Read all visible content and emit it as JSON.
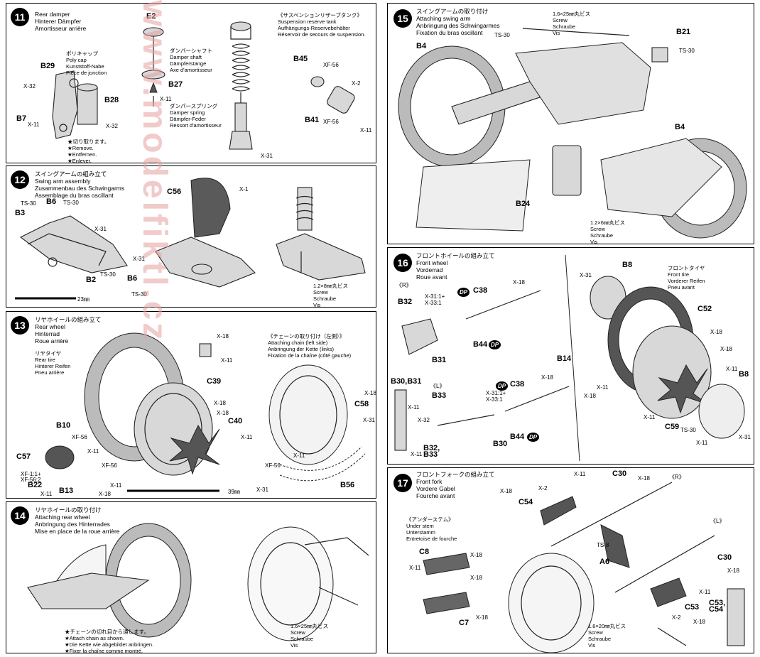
{
  "watermark": "www.modelfiktl.cz",
  "step11": {
    "num": "11",
    "title": [
      "Rear damper",
      "Hinterer Dämpfer",
      "Amortisseur arrière"
    ],
    "reserve_title": [
      "《サスペンションリザーブタンク》",
      "Suspension reserve tank",
      "Aufhängungs-Reservebehälter",
      "Réservoir de secours de suspension."
    ],
    "labels": {
      "e2": "E2",
      "b29": "B29",
      "b28": "B28",
      "b27": "B27",
      "b7": "B7",
      "b45": "B45",
      "b41": "B41",
      "x32a": "X-32",
      "x32b": "X-32",
      "x11a": "X-11",
      "x11b": "X-11",
      "x11c": "X-11",
      "x31": "X-31",
      "xf56a": "XF-56",
      "xf56b": "XF-56",
      "x2": "X-2"
    },
    "polycap": [
      "ポリキャップ",
      "Poly cap",
      "Kunststoff-Nabe",
      "Pièce de jonction"
    ],
    "shaft": [
      "ダンパーシャフト",
      "Damper shaft",
      "Dämpferstange",
      "Axe d'amortisseur"
    ],
    "spring": [
      "ダンパースプリング",
      "Damper spring",
      "Dämpfer-Feder",
      "Ressort d'amortisseur"
    ],
    "remove": [
      "★切り取ります。",
      "★Remove.",
      "★Entfernen.",
      "★Enlever."
    ]
  },
  "step12": {
    "num": "12",
    "title": [
      "スイングアームの組み立て",
      "Swing arm assembly",
      "Zusammenbau des Schwingarms",
      "Assemblage du bras oscillant"
    ],
    "labels": {
      "b3": "B3",
      "b6a": "B6",
      "ts30a": "TS-30",
      "ts30b": "TS-30",
      "ts30c": "TS-30",
      "ts30d": "TS-30",
      "x31a": "X-31",
      "x31b": "X-31",
      "b2": "B2",
      "b6b": "B6",
      "c56": "C56",
      "x1": "X-1"
    },
    "screw": [
      "1.2×8㎜丸ビス",
      "Screw",
      "Schraube",
      "Vis"
    ],
    "scale": "23㎜"
  },
  "step13": {
    "num": "13",
    "title": [
      "リヤホイールの組み立て",
      "Rear wheel",
      "Hinterrad",
      "Roue arrière"
    ],
    "tire": [
      "リヤタイヤ",
      "Rear tire",
      "Hinterer Reifen",
      "Pneu arrière"
    ],
    "chain_title": [
      "《チェーンの取り付け（左側）》",
      "Attaching chain (left side)",
      "Anbringung der Kette (links)",
      "Fixation de la chaîne (côté gauche)"
    ],
    "labels": {
      "c39": "C39",
      "c40": "C40",
      "b10": "B10",
      "c57": "C57",
      "b22": "B22",
      "b13": "B13",
      "b56": "B56",
      "c58": "C58",
      "x18a": "X-18",
      "x11a": "X-11",
      "x18b": "X-18",
      "x18c": "X-18",
      "x11b": "X-11",
      "xf56a": "XF-56",
      "xf56b": "XF-56",
      "xf56c": "XF-56",
      "x11c": "X-11",
      "x11d": "X-11",
      "x11e": "X-11",
      "x18d": "X-18",
      "xf1": "XF-1:1+",
      "xf56d": "XF-56:2",
      "x31a": "X-31",
      "x31b": "X-31",
      "x11f": "X-11",
      "x18e": "X-18"
    },
    "scale": "39㎜"
  },
  "step14": {
    "num": "14",
    "title": [
      "リヤホイールの取り付け",
      "Attaching rear wheel",
      "Anbringung des Hinterrades",
      "Mise en place de la roue arrière"
    ],
    "note": [
      "★チェーンの切れ目から通します。",
      "★Attach chain as shown.",
      "★Die Kette wie abgebildet anbringen.",
      "★Fixer la chaîne comme montré."
    ],
    "screw": [
      "1.6×25㎜丸ビス",
      "Screw",
      "Schraube",
      "Vis"
    ]
  },
  "step15": {
    "num": "15",
    "title": [
      "スイングアームの取り付け",
      "Attaching swing arm",
      "Anbringung des Schwingarmes",
      "Fixation du bras oscillant"
    ],
    "screw1": [
      "1.6×25㎜丸ビス",
      "Screw",
      "Schraube",
      "Vis"
    ],
    "screw2": [
      "1.2×6㎜丸ビス",
      "Screw",
      "Schraube",
      "Vis"
    ],
    "labels": {
      "b4a": "B4",
      "b4b": "B4",
      "b21": "B21",
      "b24": "B24",
      "ts30a": "TS-30",
      "ts30b": "TS-30"
    }
  },
  "step16": {
    "num": "16",
    "title": [
      "フロントホイールの組み立て",
      "Front wheel",
      "Vorderrad",
      "Roue avant"
    ],
    "tire": [
      "フロントタイヤ",
      "Front tire",
      "Vorderer Reifen",
      "Pneu avant"
    ],
    "labels": {
      "r": "《R》",
      "l": "《L》",
      "b32a": "B32",
      "b31": "B31",
      "c38a": "C38",
      "c38b": "C38",
      "b44a": "B44",
      "b44b": "B44",
      "b14": "B14",
      "b30b31": "B30,B31",
      "b33": "B33",
      "b32b33": "B32,\nB33",
      "b30": "B30",
      "b8a": "B8",
      "b8b": "B8",
      "c52": "C52",
      "c59": "C59",
      "x31a": "X-31",
      "x31b": "X-31",
      "ts30": "TS-30",
      "x18a": "X-18",
      "x18b": "X-18",
      "x18c": "X-18",
      "x18d": "X-18",
      "x18e": "X-18",
      "x11a": "X-11",
      "x11b": "X-11",
      "x11c": "X-11",
      "x11d": "X-11",
      "x11e": "X-11",
      "x32": "X-32",
      "x11f": "X-11"
    },
    "mix1": "X-31:1+\nX-33:1",
    "mix2": "X-31:1+\nX-33:1",
    "dp": "DP"
  },
  "step17": {
    "num": "17",
    "title": [
      "フロントフォークの組み立て",
      "Front fork",
      "Vordere Gabel",
      "Fourche avant"
    ],
    "understem": [
      "《アンダーステム》",
      "Under stem",
      "Unterstamm",
      "Entretoise de fourche"
    ],
    "screw": [
      "1.6×20㎜丸ビス",
      "Screw",
      "Schraube",
      "Vis"
    ],
    "labels": {
      "r": "《R》",
      "l": "《L》",
      "c30a": "C30",
      "c30b": "C30",
      "c54": "C54",
      "a6": "A6",
      "c53": "C53",
      "c53c54": "C53,\nC54",
      "c8": "C8",
      "c7": "C7",
      "ts8": "TS-8",
      "x11a": "X-11",
      "x18a": "X-18",
      "x18b": "X-18",
      "x2a": "X-2",
      "x18c": "X-18",
      "x11b": "X-11",
      "x18d": "X-18",
      "x2b": "X-2",
      "x18e": "X-18",
      "x11c": "X-11",
      "x18f": "X-18",
      "x18g": "X-18"
    }
  }
}
